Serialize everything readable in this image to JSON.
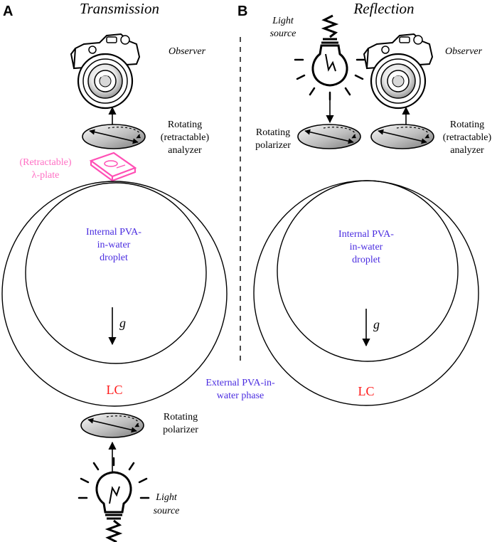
{
  "panels": {
    "a": {
      "letter": "A",
      "title": "Transmission",
      "observer": "Observer",
      "analyzer": [
        "Rotating",
        "(retractable)",
        "analyzer"
      ],
      "lambda_plate": [
        "(Retractable)",
        "λ-plate"
      ],
      "internal_droplet": [
        "Internal PVA-",
        "in-water",
        "droplet"
      ],
      "gravity": "g",
      "lc": "LC",
      "polarizer": [
        "Rotating",
        "polarizer"
      ],
      "light_source": [
        "Light",
        "source"
      ]
    },
    "b": {
      "letter": "B",
      "title": "Reflection",
      "light_source": [
        "Light",
        "source"
      ],
      "observer": "Observer",
      "polarizer": [
        "Rotating",
        "polarizer"
      ],
      "analyzer": [
        "Rotating",
        "(retractable)",
        "analyzer"
      ],
      "internal_droplet": [
        "Internal PVA-",
        "in-water",
        "droplet"
      ],
      "gravity": "g",
      "lc": "LC"
    }
  },
  "external_phase": [
    "External PVA-in-",
    "water phase"
  ],
  "colors": {
    "droplet_label": "#4a2ce0",
    "lc_label": "#ff1a1a",
    "lambda_plate": "#ff4fb5",
    "lambda_label": "#ff6fc4",
    "ink": "#000000"
  }
}
